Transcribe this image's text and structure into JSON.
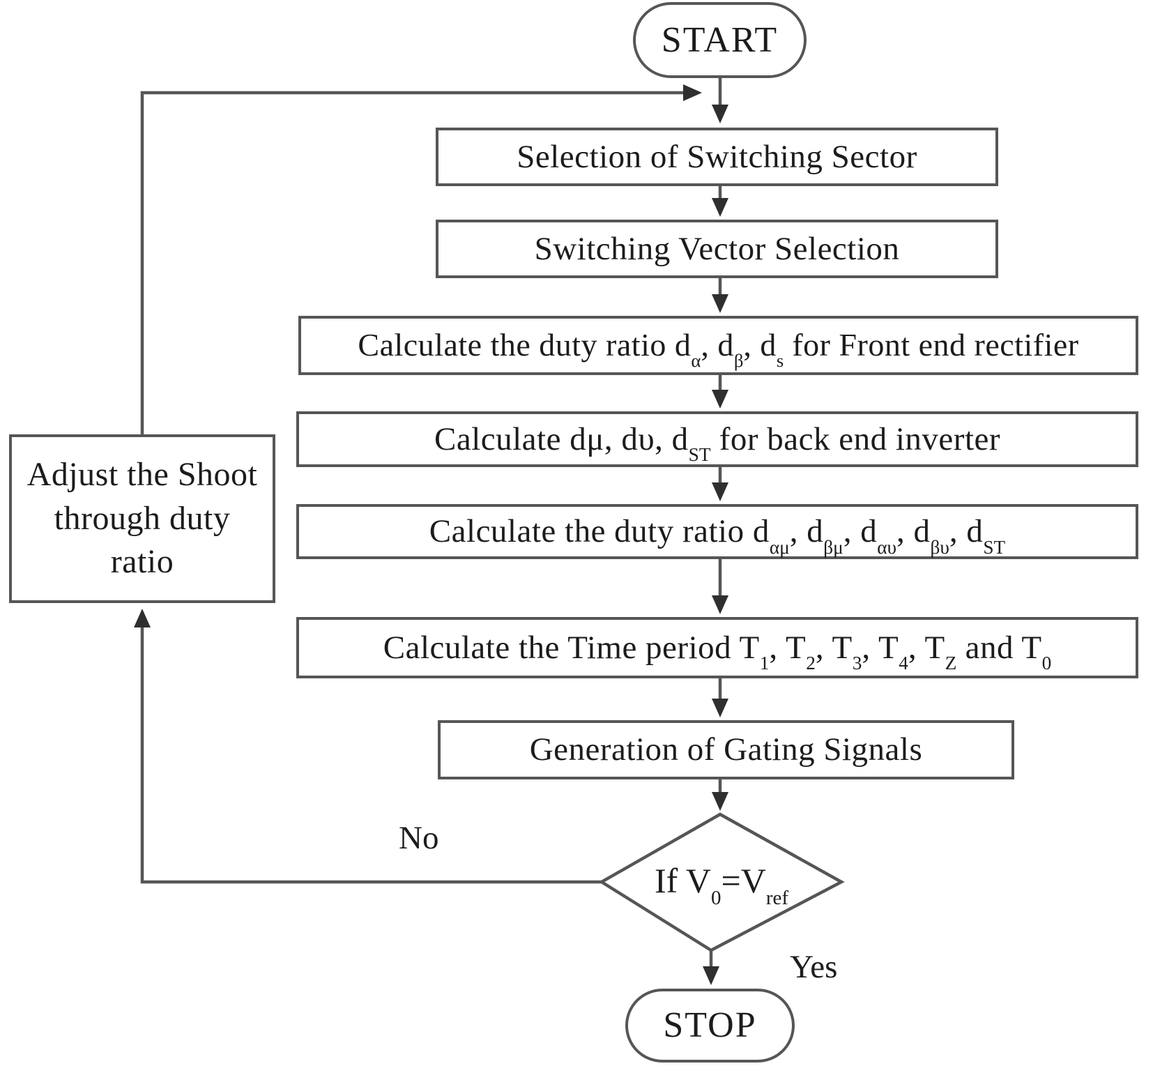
{
  "figure": {
    "type": "flowchart",
    "colors": {
      "stroke": "#565656",
      "arrow": "#2f2f2f",
      "text": "#1c1c1c",
      "background": "#ffffff"
    },
    "start": {
      "label": "START"
    },
    "stop": {
      "label": "STOP"
    },
    "steps": [
      {
        "id": "selection-of-switching-sector",
        "segments": [
          {
            "t": "Selection of Switching Sector"
          }
        ]
      },
      {
        "id": "switching-vector-selection",
        "segments": [
          {
            "t": "Switching Vector Selection"
          }
        ]
      },
      {
        "id": "duty-ratio-front-end-rectifier",
        "segments": [
          {
            "t": "Calculate the duty ratio d"
          },
          {
            "sub": "α"
          },
          {
            "t": ", d"
          },
          {
            "sub": "β"
          },
          {
            "t": ", d"
          },
          {
            "sub": "s"
          },
          {
            "t": " for Front end rectifier"
          }
        ]
      },
      {
        "id": "duty-ratio-back-end-inverter",
        "segments": [
          {
            "t": "Calculate dμ, dυ, d"
          },
          {
            "sub": "ST"
          },
          {
            "t": " for back end inverter"
          }
        ]
      },
      {
        "id": "combined-duty-ratios",
        "segments": [
          {
            "t": "Calculate the duty ratio d"
          },
          {
            "sub": "αμ"
          },
          {
            "t": ", d"
          },
          {
            "sub": "βμ"
          },
          {
            "t": ", d"
          },
          {
            "sub": "αυ"
          },
          {
            "t": ", d"
          },
          {
            "sub": "βυ"
          },
          {
            "t": ", d"
          },
          {
            "sub": "ST"
          }
        ]
      },
      {
        "id": "time-periods",
        "segments": [
          {
            "t": "Calculate the Time period T"
          },
          {
            "sub": "1"
          },
          {
            "t": ", T"
          },
          {
            "sub": "2"
          },
          {
            "t": ", T"
          },
          {
            "sub": "3"
          },
          {
            "t": ", T"
          },
          {
            "sub": "4"
          },
          {
            "t": ", T"
          },
          {
            "sub": "Z"
          },
          {
            "t": " and T"
          },
          {
            "sub": "0"
          }
        ]
      },
      {
        "id": "generation-of-gating-signals",
        "segments": [
          {
            "t": "Generation of Gating Signals"
          }
        ]
      }
    ],
    "decision": {
      "segments": [
        {
          "t": "If V"
        },
        {
          "sub": "0"
        },
        {
          "t": "=V"
        },
        {
          "sub": "ref"
        }
      ]
    },
    "feedback_box": {
      "label": "Adjust the Shoot through duty ratio"
    },
    "edge_labels": {
      "no": "No",
      "yes": "Yes"
    }
  }
}
